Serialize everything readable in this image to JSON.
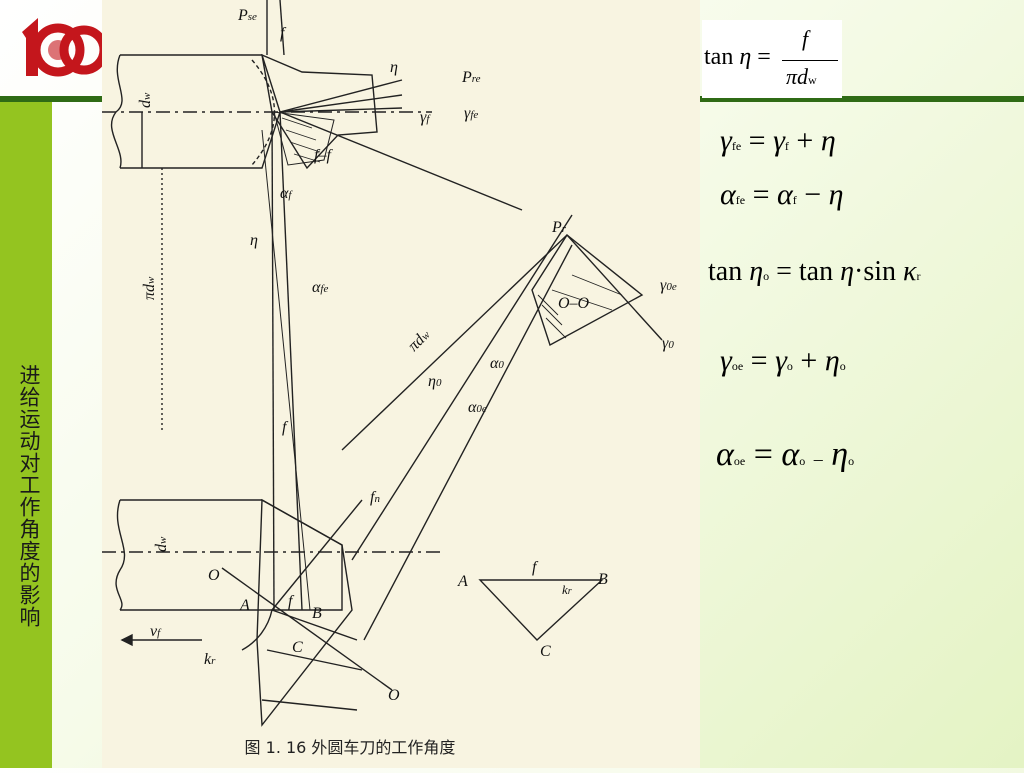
{
  "sidebar": {
    "title": "进给运动对工作角度的影响"
  },
  "figure": {
    "caption": "图 1. 16   外圆车刀的工作角度",
    "labels": {
      "pse": "P",
      "pse_sub": "se",
      "f_top": "f",
      "eta_top": "η",
      "pre": "P",
      "pre_sub": "re",
      "gamma_f": "γ",
      "gamma_f_sub": "f",
      "gamma_fe": "γ",
      "gamma_fe_sub": "fe",
      "ff": "f–f",
      "alpha_f": "α",
      "alpha_f_sub": "f",
      "eta_mid": "η",
      "alpha_fe": "α",
      "alpha_fe_sub": "fe",
      "pi_dw_left": "πd",
      "pi_dw_sub": "w",
      "dw_top": "d",
      "dw_sub": "w",
      "pr": "P",
      "pr_sub": "r",
      "oo": "O–O",
      "gamma_0e": "γ",
      "gamma_0e_sub": "0e",
      "gamma_0": "γ",
      "gamma_0_sub": "0",
      "pi_dw_diag": "πd",
      "alpha_0": "α",
      "alpha_0_sub": "0",
      "eta_0": "η",
      "eta_0_sub": "0",
      "alpha_0e": "α",
      "alpha_0e_sub": "0e",
      "f_mid": "f",
      "fn": "f",
      "fn_sub": "n",
      "dw_bottom": "d",
      "o_upper": "O",
      "a_label": "A",
      "f_bottom": "f",
      "b_label": "B",
      "c_label": "C",
      "vf": "v",
      "vf_sub": "f",
      "kr": "k",
      "kr_sub": "r",
      "o_lower": "O",
      "tri_a": "A",
      "tri_f": "f",
      "tri_b": "B",
      "tri_kr": "k",
      "tri_kr_sub": "r",
      "tri_c": "C"
    }
  },
  "formulas": {
    "f1_lhs": "tan",
    "f1_eta": "η",
    "f1_eq": "=",
    "f1_num": "f",
    "f1_den": "πd",
    "f1_den_sub": "w",
    "f2_a": "γ",
    "f2_a_sub": "fe",
    "f2_eq": "=",
    "f2_b": "γ",
    "f2_b_sub": "f",
    "f2_op": "+",
    "f2_c": "η",
    "f3_a": "α",
    "f3_a_sub": "fe",
    "f3_eq": "=",
    "f3_b": "α",
    "f3_b_sub": "f",
    "f3_op": "−",
    "f3_c": "η",
    "f4_tan": "tan",
    "f4_eta": "η",
    "f4_eta_sub": "o",
    "f4_eq": "=",
    "f4_tan2": "tan",
    "f4_eta2": "η",
    "f4_dot": "·",
    "f4_sin": "sin",
    "f4_k": "κ",
    "f4_k_sub": "r",
    "f5_a": "γ",
    "f5_a_sub": "oe",
    "f5_eq": "=",
    "f5_b": "γ",
    "f5_b_sub": "o",
    "f5_op": "+",
    "f5_c": "η",
    "f5_c_sub": "o",
    "f6_a": "α",
    "f6_a_sub": "oe",
    "f6_eq": "=",
    "f6_b": "α",
    "f6_b_sub": "o",
    "f6_op": "–",
    "f6_c": "η",
    "f6_c_sub": "o"
  },
  "colors": {
    "sidebar": "#94c420",
    "topbar": "#2f6b15",
    "logo": "#c4161c"
  }
}
